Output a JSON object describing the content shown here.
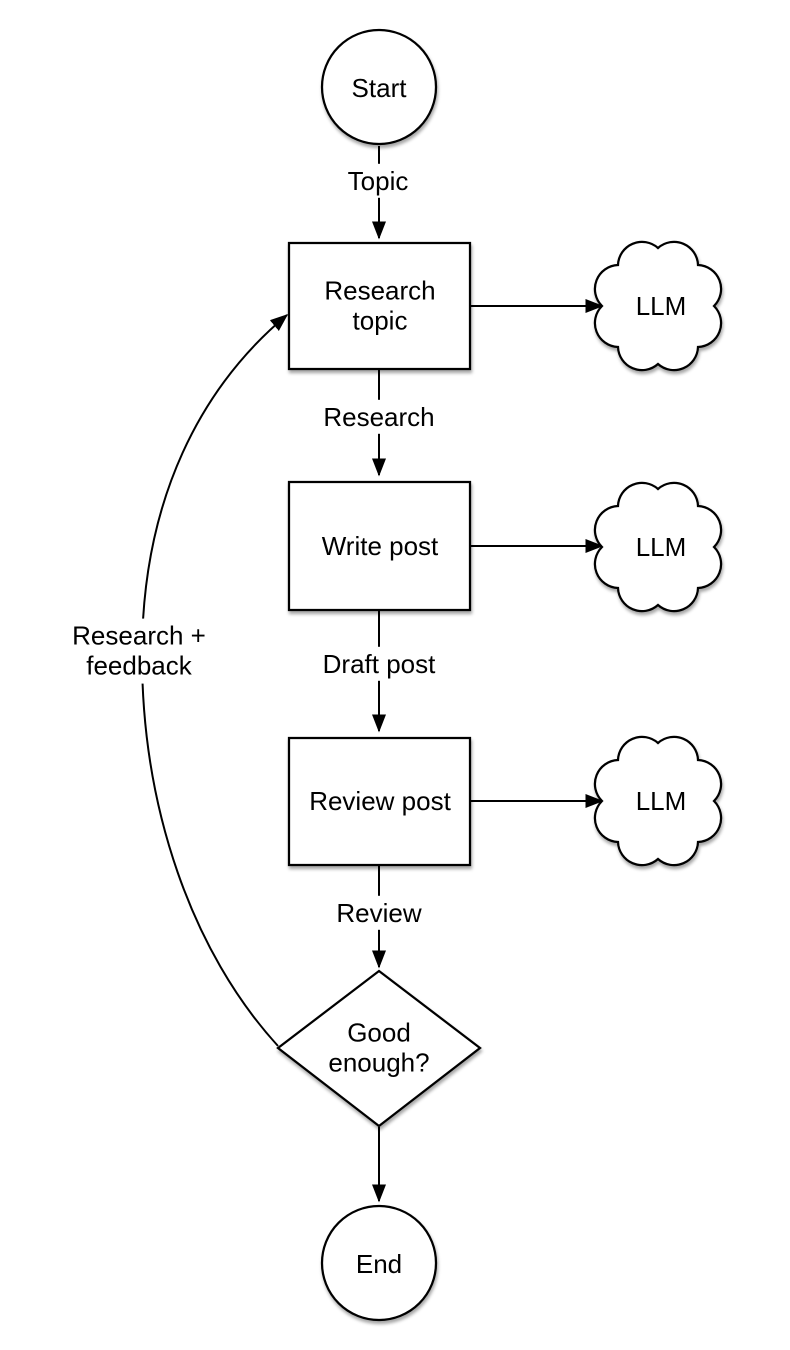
{
  "diagram": {
    "type": "flowchart",
    "colors": {
      "background": "#ffffff",
      "shape_fill": "#ffffff",
      "stroke": "#000000",
      "text": "#000000"
    },
    "nodes": {
      "start": {
        "label": "Start",
        "shape": "circle"
      },
      "research_topic": {
        "label": "Research\ntopic",
        "shape": "rectangle"
      },
      "write_post": {
        "label": "Write post",
        "shape": "rectangle"
      },
      "review_post": {
        "label": "Review post",
        "shape": "rectangle"
      },
      "good_enough": {
        "label": "Good\nenough?",
        "shape": "diamond"
      },
      "end": {
        "label": "End",
        "shape": "circle"
      },
      "llm_1": {
        "label": "LLM",
        "shape": "cloud"
      },
      "llm_2": {
        "label": "LLM",
        "shape": "cloud"
      },
      "llm_3": {
        "label": "LLM",
        "shape": "cloud"
      }
    },
    "edges": {
      "topic": {
        "label": "Topic",
        "from": "start",
        "to": "research_topic"
      },
      "research": {
        "label": "Research",
        "from": "research_topic",
        "to": "write_post"
      },
      "draft_post": {
        "label": "Draft post",
        "from": "write_post",
        "to": "review_post"
      },
      "review": {
        "label": "Review",
        "from": "review_post",
        "to": "good_enough"
      },
      "to_end": {
        "label": "",
        "from": "good_enough",
        "to": "end"
      },
      "research_llm": {
        "label": "",
        "from": "research_topic",
        "to": "llm_1"
      },
      "write_llm": {
        "label": "",
        "from": "write_post",
        "to": "llm_2"
      },
      "review_llm": {
        "label": "",
        "from": "review_post",
        "to": "llm_3"
      },
      "feedback": {
        "label": "Research +\nfeedback",
        "from": "good_enough",
        "to": "research_topic"
      }
    }
  }
}
